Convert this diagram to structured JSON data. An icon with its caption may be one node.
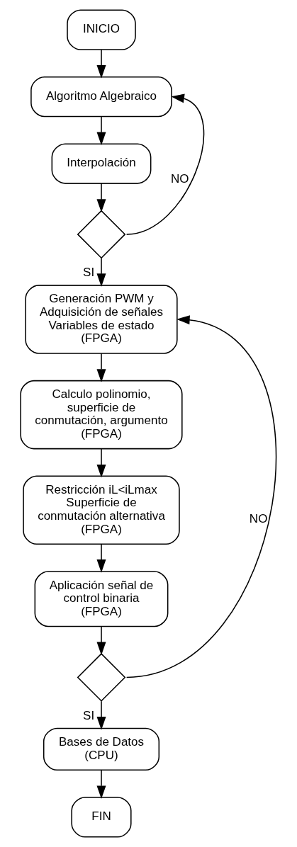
{
  "diagram": {
    "nodes": [
      {
        "text": [
          "INICIO"
        ]
      },
      {
        "text": [
          "Algoritmo Algebraico"
        ]
      },
      {
        "text": [
          "Interpolación"
        ]
      },
      {
        "text": [],
        "shape": "diamond"
      },
      {
        "text": [
          "Generación PWM y Adquisición de señales Variables de estado",
          "(FPGA)"
        ]
      },
      {
        "text": [
          "Calculo polinomio, superficie de conmutación, argumento",
          "(FPGA)"
        ]
      },
      {
        "text": [
          "Restricción iL<iLmax",
          "Superficie de conmutación alternativa",
          "(FPGA)"
        ]
      },
      {
        "text": [
          "Aplicación señal de control binaria",
          "(FPGA)"
        ]
      },
      {
        "text": [],
        "shape": "diamond"
      },
      {
        "text": [
          "Bases de Datos",
          "(CPU)"
        ]
      },
      {
        "text": [
          "FIN"
        ]
      }
    ],
    "edges": [
      {
        "from": 0,
        "to": 1,
        "arrow": "to"
      },
      {
        "from": 1,
        "to": 2,
        "arrow": "to"
      },
      {
        "from": 2,
        "to": 3,
        "arrow": "to"
      },
      {
        "from": 3,
        "to": 4,
        "arrow": "to",
        "label": "SI"
      },
      {
        "from": 3,
        "to": 1,
        "arrow": "to",
        "label": "NO"
      },
      {
        "from": 4,
        "to": 5,
        "arrow": "to"
      },
      {
        "from": 5,
        "to": 6,
        "arrow": "to"
      },
      {
        "from": 6,
        "to": 7,
        "arrow": "to"
      },
      {
        "from": 7,
        "to": 8,
        "arrow": "to"
      },
      {
        "from": 8,
        "to": 9,
        "arrow": "to",
        "label": "SI"
      },
      {
        "from": 8,
        "to": 4,
        "arrow": "to",
        "label": "NO"
      },
      {
        "from": 9,
        "to": 10,
        "arrow": "to"
      }
    ]
  }
}
